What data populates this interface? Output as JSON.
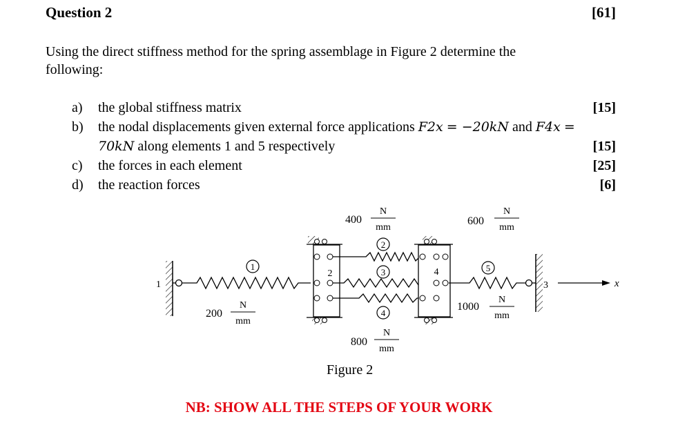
{
  "question": {
    "title": "Question 2",
    "total_marks": "[61]",
    "intro_line1": "Using the direct stiffness method for the spring assemblage in Figure 2 determine the",
    "intro_line2": "following:"
  },
  "items": [
    {
      "letter": "a)",
      "text": "the global stiffness matrix",
      "marks": "[15]"
    },
    {
      "letter": "b)",
      "text_pre": "the nodal displacements given external force applications",
      "f2x_symbol": "F2x",
      "f2x_value": "= −20kN",
      "and": "and",
      "f4x_symbol": "F4x",
      "f4x_eq": "=",
      "line2_value": "70kN",
      "line2_text": "along elements 1 and 5 respectively",
      "marks": "[15]"
    },
    {
      "letter": "c)",
      "text": "the forces in each element",
      "marks": "[25]"
    },
    {
      "letter": "d)",
      "text": "the reaction forces",
      "marks": "[6]"
    }
  ],
  "figure": {
    "caption": "Figure 2",
    "unit_numerator": "N",
    "unit_denominator": "mm",
    "axis_label": "x",
    "nodes": [
      "1",
      "2",
      "3",
      "4"
    ],
    "elements": [
      {
        "number": "1",
        "stiffness": "200"
      },
      {
        "number": "2",
        "stiffness": "400"
      },
      {
        "number": "3",
        "stiffness": ""
      },
      {
        "number": "4",
        "stiffness": "800"
      },
      {
        "number": "5",
        "stiffness": "600"
      },
      {
        "number": "",
        "stiffness": "1000"
      }
    ]
  },
  "note": "NB: SHOW ALL THE STEPS OF YOUR WORK"
}
